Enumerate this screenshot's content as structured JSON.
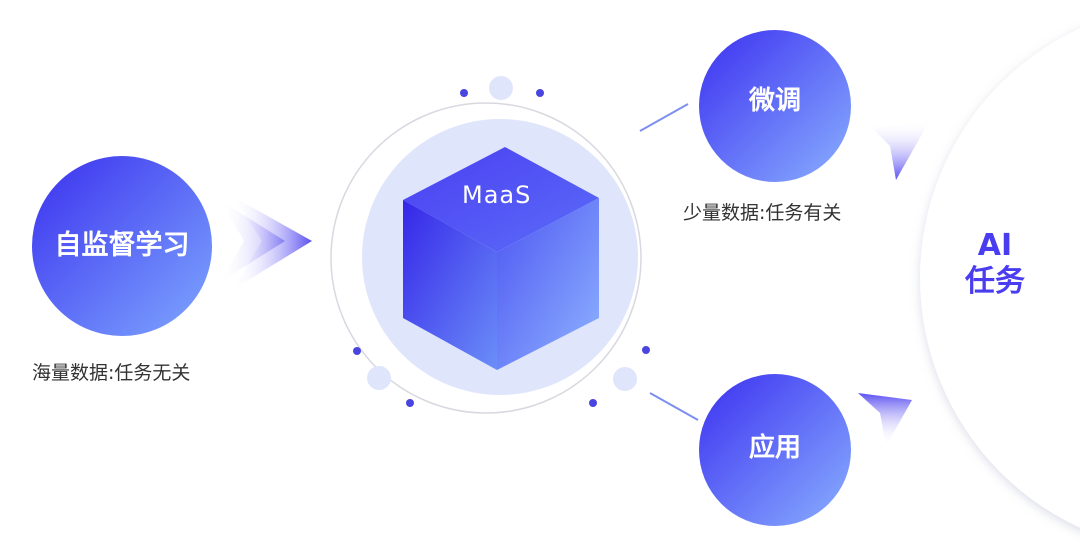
{
  "nodes": {
    "self_supervised": {
      "label": "自监督学习",
      "caption": "海量数据:任务无关"
    },
    "maas": {
      "label": "MaaS"
    },
    "fine_tune": {
      "label": "微调",
      "caption": "少量数据:任务有关"
    },
    "application": {
      "label": "应用"
    },
    "ai_task": {
      "line1": "AI",
      "line2": "任务"
    }
  },
  "colors": {
    "node_gradient_start": "#3b2ff0",
    "node_gradient_end": "#8ab0ff",
    "ai_text": "#4a3df0",
    "caption_text": "#333333",
    "ring": "#d8d8e0",
    "halo": "#dfe5fb",
    "dot": "#4a45e0",
    "connector": "#7c8ff0"
  },
  "icons": [
    "chevron-right-icon",
    "chevron-down-icon",
    "cube-icon"
  ]
}
